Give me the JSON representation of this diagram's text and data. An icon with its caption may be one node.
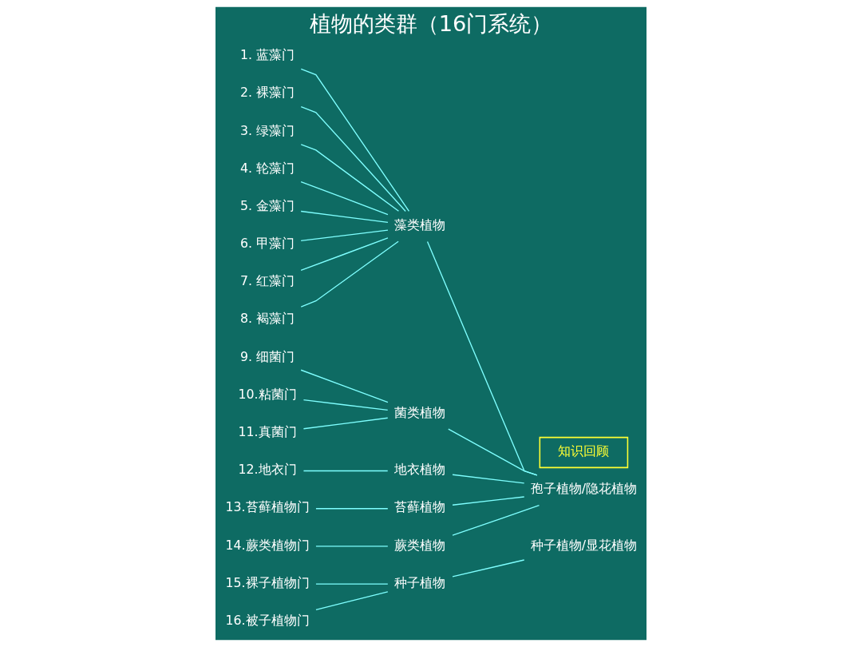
{
  "diagram": {
    "title": "植物的类群（16门系统）",
    "nodes": [
      {
        "text": [
          "知识回顾"
        ]
      },
      {
        "text": [
          "1. 蓝藻门"
        ]
      },
      {
        "text": [
          "2. 裸藻门"
        ]
      },
      {
        "text": [
          "3. 绿藻门"
        ]
      },
      {
        "text": [
          "4. 轮藻门"
        ]
      },
      {
        "text": [
          "5. 金藻门"
        ]
      },
      {
        "text": [
          "6. 甲藻门"
        ]
      },
      {
        "text": [
          "7. 红藻门"
        ]
      },
      {
        "text": [
          "8. 褐藻门"
        ]
      },
      {
        "text": [
          "9. 细菌门"
        ]
      },
      {
        "text": [
          "10.粘菌门"
        ]
      },
      {
        "text": [
          "11.真菌门"
        ]
      },
      {
        "text": [
          "12.地衣门"
        ]
      },
      {
        "text": [
          "13.苔藓植物门"
        ]
      },
      {
        "text": [
          "14.蕨类植物门"
        ]
      },
      {
        "text": [
          "15.裸子植物门"
        ]
      },
      {
        "text": [
          "16.被子植物门"
        ]
      },
      {
        "text": [
          "藻类植物"
        ]
      },
      {
        "text": [
          "菌类植物"
        ]
      },
      {
        "text": [
          "地衣植物"
        ]
      },
      {
        "text": [
          "苔藓植物"
        ]
      },
      {
        "text": [
          "蕨类植物"
        ]
      },
      {
        "text": [
          "种子植物"
        ]
      },
      {
        "text": [
          "孢子植物/隐花植物"
        ]
      },
      {
        "text": [
          "种子植物/显花植物"
        ]
      }
    ],
    "edges": [
      {
        "from": 1,
        "to": 17,
        "arrow": "none"
      },
      {
        "from": 2,
        "to": 17,
        "arrow": "none"
      },
      {
        "from": 3,
        "to": 17,
        "arrow": "none"
      },
      {
        "from": 4,
        "to": 17,
        "arrow": "none"
      },
      {
        "from": 5,
        "to": 17,
        "arrow": "none"
      },
      {
        "from": 6,
        "to": 17,
        "arrow": "none"
      },
      {
        "from": 7,
        "to": 17,
        "arrow": "none"
      },
      {
        "from": 8,
        "to": 17,
        "arrow": "none"
      },
      {
        "from": 9,
        "to": 18,
        "arrow": "none"
      },
      {
        "from": 10,
        "to": 18,
        "arrow": "none"
      },
      {
        "from": 11,
        "to": 18,
        "arrow": "none"
      },
      {
        "from": 12,
        "to": 19,
        "arrow": "none"
      },
      {
        "from": 13,
        "to": 20,
        "arrow": "none"
      },
      {
        "from": 14,
        "to": 21,
        "arrow": "none"
      },
      {
        "from": 15,
        "to": 22,
        "arrow": "none"
      },
      {
        "from": 16,
        "to": 22,
        "arrow": "none"
      },
      {
        "from": 17,
        "to": 23,
        "arrow": "none"
      },
      {
        "from": 18,
        "to": 23,
        "arrow": "none"
      },
      {
        "from": 19,
        "to": 23,
        "arrow": "none"
      },
      {
        "from": 20,
        "to": 23,
        "arrow": "none"
      },
      {
        "from": 21,
        "to": 23,
        "arrow": "none"
      },
      {
        "from": 22,
        "to": 24,
        "arrow": "none"
      }
    ]
  }
}
